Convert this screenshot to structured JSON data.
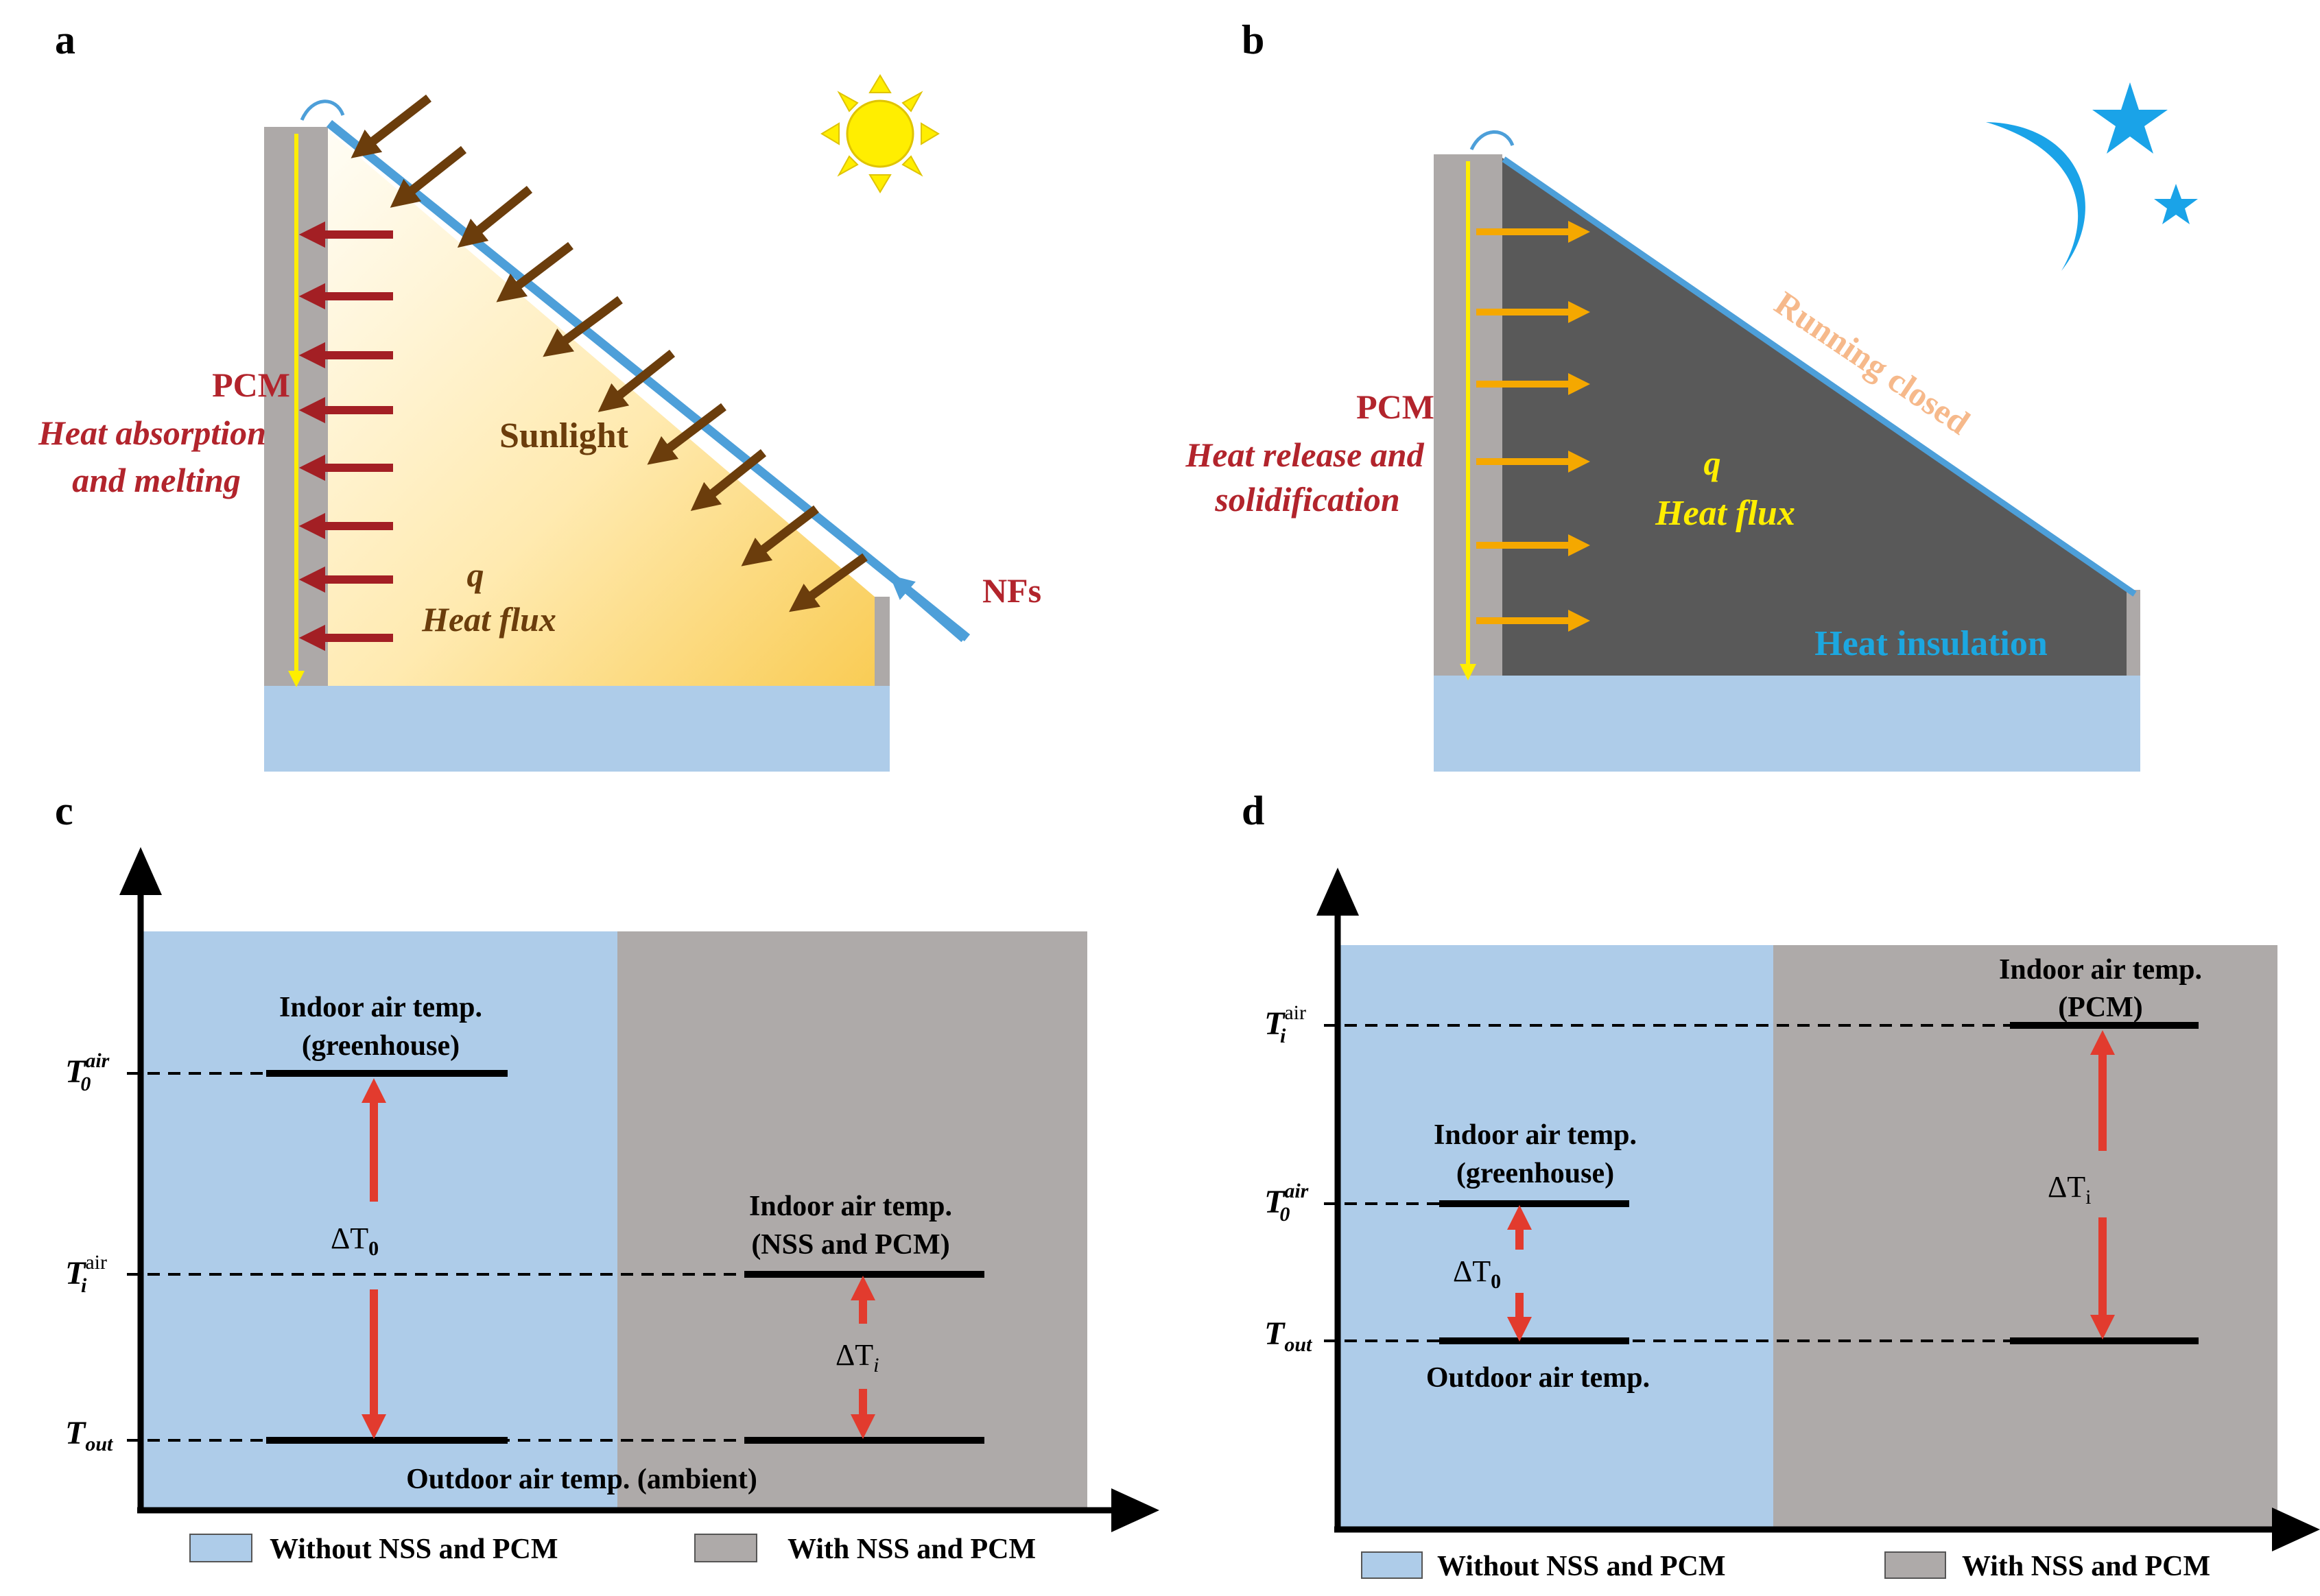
{
  "panels": {
    "a": {
      "label": "a",
      "pcm": "PCM",
      "process_line1": "Heat absorption",
      "process_line2": "and melting",
      "sunlight": "Sunlight",
      "q": "q",
      "heat_flux": "Heat flux",
      "nfs": "NFs"
    },
    "b": {
      "label": "b",
      "pcm": "PCM",
      "process_line1": "Heat release and",
      "process_line2": "solidification",
      "running": "Running closed",
      "q": "q",
      "heat_flux": "Heat flux",
      "insulation": "Heat insulation"
    },
    "c": {
      "label": "c",
      "left_top_line1": "Indoor air temp.",
      "left_top_line2": "(greenhouse)",
      "right_mid_line1": "Indoor air temp.",
      "right_mid_line2": "(NSS and PCM)",
      "bottom": "Outdoor air temp. (ambient)",
      "dt0": "ΔT",
      "dt0_sub": "0",
      "dti": "ΔT",
      "dti_sub": "i",
      "y_t0": "T",
      "y_t0_sup": "air",
      "y_t0_sub": "0",
      "y_ti": "T",
      "y_ti_sup": "air",
      "y_ti_sub": "i",
      "y_tout": "T",
      "y_tout_sub": "out",
      "legend_without": "Without  NSS and PCM",
      "legend_with": "With NSS and PCM"
    },
    "d": {
      "label": "d",
      "right_top_line1": "Indoor air temp.",
      "right_top_line2": "(PCM)",
      "left_mid_line1": "Indoor air temp.",
      "left_mid_line2": "(greenhouse)",
      "bottom": "Outdoor air temp.",
      "dt0": "ΔT",
      "dt0_sub": "0",
      "dti": "ΔT",
      "dti_sub": "i",
      "y_ti": "T",
      "y_ti_sup": "air",
      "y_ti_sub": "i",
      "y_t0": "T",
      "y_t0_sup": "air",
      "y_t0_sub": "0",
      "y_tout": "T",
      "y_tout_sub": "out",
      "legend_without": "Without NSS and PCM",
      "legend_with": "With NSS and PCM"
    }
  },
  "colors": {
    "water_blue": "#aecce9",
    "wall_gray": "#ada9a8",
    "cover_blue": "#4d9fd9",
    "sun_yellow": "#ffee00",
    "moon_blue": "#1aa3e8",
    "sunlight_brown": "#6b3d0c",
    "heat_red": "#a31f24",
    "heat_orange": "#f5a800",
    "night_dark": "#595959",
    "label_red": "#b2242c",
    "label_brown": "#6b3d0c",
    "running_peach": "#f6b98b",
    "insulation_blue": "#1ca7e0",
    "delta_red": "#e23b2e",
    "panel_blue": "#aecce9",
    "panel_gray": "#aeaaa9"
  }
}
